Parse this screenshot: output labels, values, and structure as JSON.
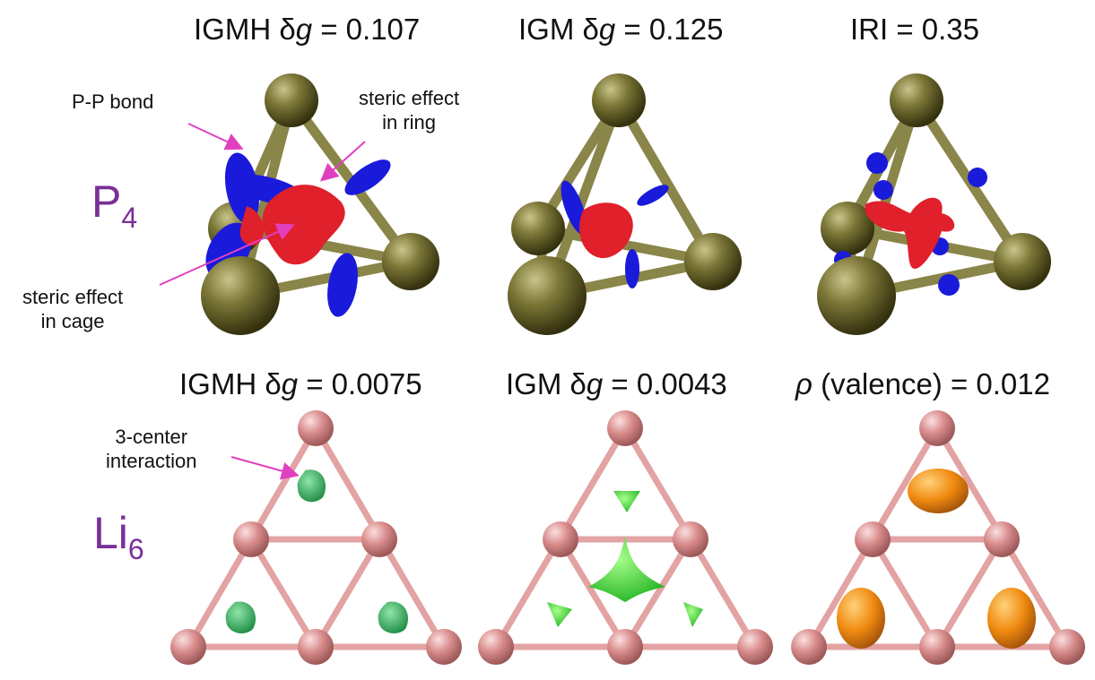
{
  "titles": {
    "p4_igmh": {
      "prefix": "IGMH δ",
      "var": "g",
      "suffix": " = 0.107"
    },
    "p4_igm": {
      "prefix": "IGM δ",
      "var": "g",
      "suffix": " = 0.125"
    },
    "p4_iri": {
      "text": "IRI = 0.35"
    },
    "li6_igmh": {
      "prefix": "IGMH δ",
      "var": "g",
      "suffix": " = 0.0075"
    },
    "li6_igm": {
      "prefix": "IGM δ",
      "var": "g",
      "suffix": " = 0.0043"
    },
    "li6_rho": {
      "prefix": "ρ",
      "suffix": " (valence) = 0.012"
    }
  },
  "molecules": {
    "p4": {
      "base": "P",
      "sub": "4"
    },
    "li6": {
      "base": "Li",
      "sub": "6"
    }
  },
  "annotations": {
    "pp_bond": "P-P bond",
    "steric_ring": [
      "steric effect",
      "in ring"
    ],
    "steric_cage": [
      "steric effect",
      "in cage"
    ],
    "three_center": [
      "3-center",
      "interaction"
    ]
  },
  "colors": {
    "p_atom": "#6f6a2e",
    "bond": "#8a8548",
    "li_atom": "#d98c8c",
    "li_bond": "#e3a3a3",
    "repulsive": "#e0202a",
    "attractive": "#1a1adb",
    "igmh_green": "#2fb35a",
    "igm_green": "#33dd33",
    "valence_orange": "#f08a10",
    "arrow": "#e040c0",
    "molecule_label": "#7a2f98"
  }
}
